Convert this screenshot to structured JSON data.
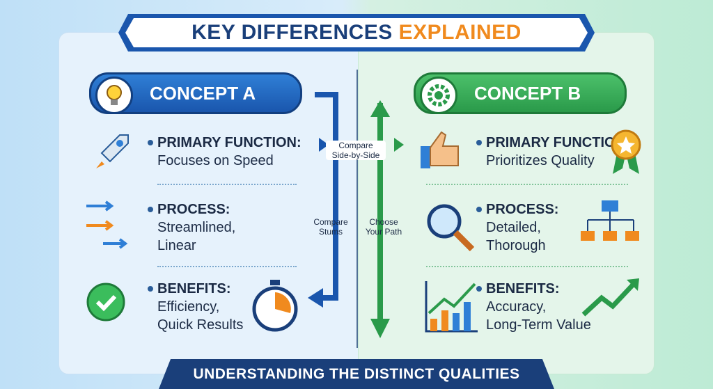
{
  "title": {
    "main": "KEY DIFFERENCES ",
    "accent": "EXPLAINED"
  },
  "concept_a": {
    "heading": "CONCEPT A",
    "items": [
      {
        "label": "PRIMARY FUNCTION:",
        "text": "Focuses on Speed"
      },
      {
        "label": "PROCESS:",
        "text_lines": [
          "Streamlined,",
          "Linear"
        ]
      },
      {
        "label": "BENEFITS:",
        "text_lines": [
          "Efficiency,",
          "Quick Results"
        ]
      }
    ]
  },
  "concept_b": {
    "heading": "CONCEPT B",
    "items": [
      {
        "label": "PRIMARY FUNCTION:",
        "text": "Prioritizes Quality"
      },
      {
        "label": "PROCESS:",
        "text_lines": [
          "Detailed,",
          "Thorough"
        ]
      },
      {
        "label": "BENEFITS:",
        "text_lines": [
          "Accuracy,",
          "Long-Term Value"
        ]
      }
    ]
  },
  "center": {
    "compare_side": [
      "Compare",
      "Side-by-Side"
    ],
    "compare_stums": [
      "Compare",
      "Stums"
    ],
    "choose_path": [
      "Choose",
      "Your Path"
    ]
  },
  "footer": "UNDERSTANDING THE DISTINCT QUALITIES",
  "colors": {
    "blue": "#1a56ad",
    "green": "#2a9a4a",
    "orange": "#f08a1e",
    "navy": "#1a3f7a"
  }
}
